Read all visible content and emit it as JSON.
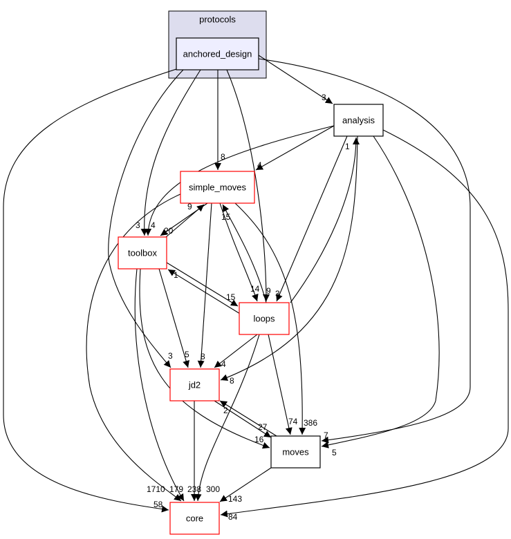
{
  "cluster": {
    "label": "protocols",
    "fill": "#ddddee"
  },
  "nodes": {
    "anchored_design": {
      "label": "anchored_design",
      "fill": "#eeeeff",
      "border": "#000000"
    },
    "analysis": {
      "label": "analysis",
      "border": "#000000"
    },
    "simple_moves": {
      "label": "simple_moves",
      "border": "#ff0000"
    },
    "toolbox": {
      "label": "toolbox",
      "border": "#ff0000"
    },
    "loops": {
      "label": "loops",
      "border": "#ff0000"
    },
    "jd2": {
      "label": "jd2",
      "border": "#ff0000"
    },
    "moves": {
      "label": "moves",
      "border": "#000000"
    },
    "core": {
      "label": "core",
      "border": "#ff0000"
    }
  },
  "edges": [
    {
      "from": "anchored_design",
      "to": "analysis",
      "label": "3"
    },
    {
      "from": "anchored_design",
      "to": "simple_moves",
      "label": "8"
    },
    {
      "from": "anchored_design",
      "to": "toolbox",
      "label": "3"
    },
    {
      "from": "anchored_design",
      "to": "loops",
      "label": "9"
    },
    {
      "from": "anchored_design",
      "to": "jd2",
      "label": "3"
    },
    {
      "from": "anchored_design",
      "to": "core",
      "label": "58"
    },
    {
      "from": "anchored_design",
      "to": "moves",
      "label": "7"
    },
    {
      "from": "analysis",
      "to": "simple_moves",
      "label": "4"
    },
    {
      "from": "analysis",
      "to": "toolbox",
      "label": "4"
    },
    {
      "from": "analysis",
      "to": "loops",
      "label": "3"
    },
    {
      "from": "analysis",
      "to": "jd2",
      "label": "8"
    },
    {
      "from": "analysis",
      "to": "moves",
      "label": "5"
    },
    {
      "from": "analysis",
      "to": "core",
      "label": "84"
    },
    {
      "from": "simple_moves",
      "to": "toolbox",
      "label": "20"
    },
    {
      "from": "toolbox",
      "to": "simple_moves",
      "label": "9"
    },
    {
      "from": "simple_moves",
      "to": "loops",
      "label": "14"
    },
    {
      "from": "loops",
      "to": "simple_moves",
      "label": "15"
    },
    {
      "from": "simple_moves",
      "to": "jd2",
      "label": "8"
    },
    {
      "from": "simple_moves",
      "to": "moves",
      "label": "386"
    },
    {
      "from": "simple_moves",
      "to": "core",
      "label": "1710"
    },
    {
      "from": "toolbox",
      "to": "loops",
      "label": "15"
    },
    {
      "from": "loops",
      "to": "toolbox",
      "label": "1"
    },
    {
      "from": "toolbox",
      "to": "jd2",
      "label": "5"
    },
    {
      "from": "toolbox",
      "to": "moves",
      "label": "16"
    },
    {
      "from": "toolbox",
      "to": "core",
      "label": "179"
    },
    {
      "from": "loops",
      "to": "analysis",
      "label": "1"
    },
    {
      "from": "loops",
      "to": "jd2",
      "label": "4"
    },
    {
      "from": "loops",
      "to": "moves",
      "label": "74"
    },
    {
      "from": "loops",
      "to": "core",
      "label": "300"
    },
    {
      "from": "jd2",
      "to": "moves",
      "label": "27"
    },
    {
      "from": "moves",
      "to": "jd2",
      "label": "2"
    },
    {
      "from": "jd2",
      "to": "core",
      "label": "238"
    },
    {
      "from": "moves",
      "to": "core",
      "label": "143"
    }
  ]
}
